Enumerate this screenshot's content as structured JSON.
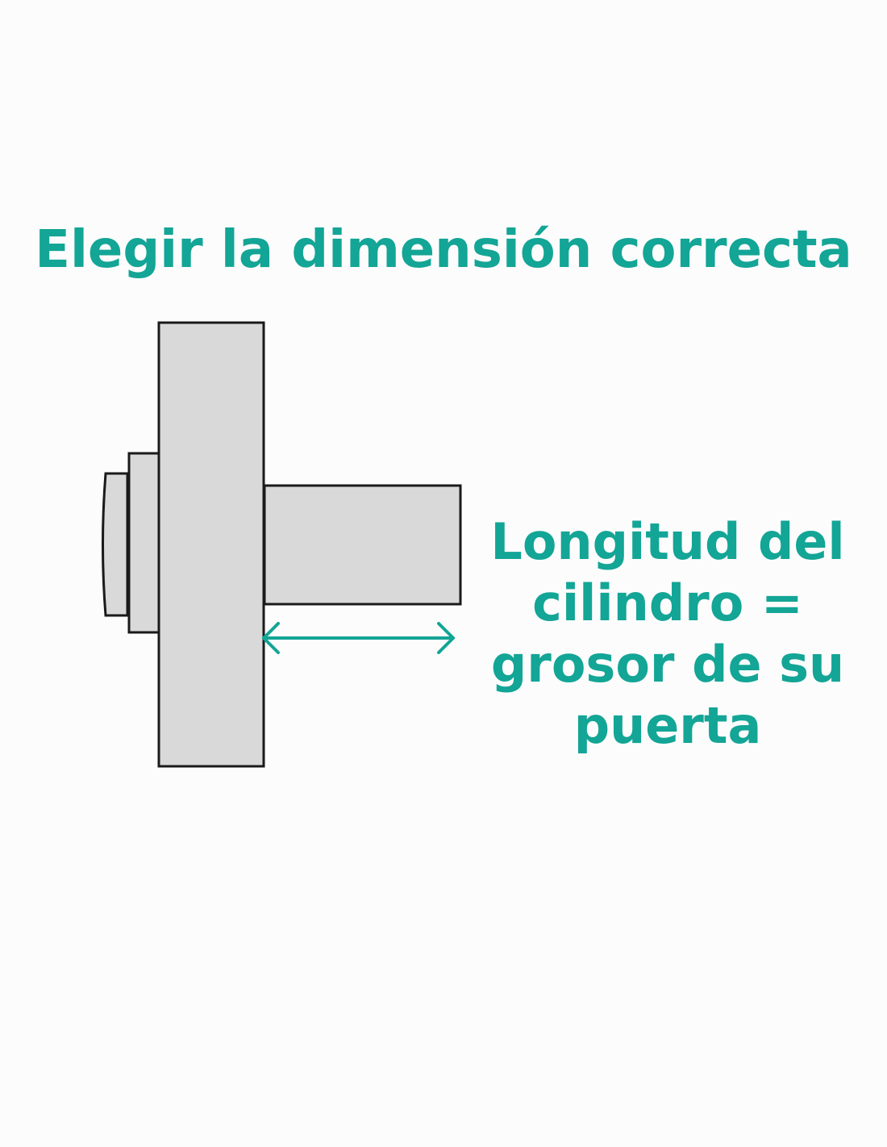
{
  "title": "Elegir la dimensión correcta",
  "measurement_label": {
    "lines": [
      "Longitud del",
      "cilindro =",
      "grosor de su",
      "puerta"
    ]
  },
  "colors": {
    "accent": "#13a596",
    "part_fill": "#d9d9d9",
    "outline": "#1a1a1a",
    "background": "#fcfcfc"
  },
  "icons": {
    "dimension_arrow": "double-headed-arrow-icon"
  }
}
